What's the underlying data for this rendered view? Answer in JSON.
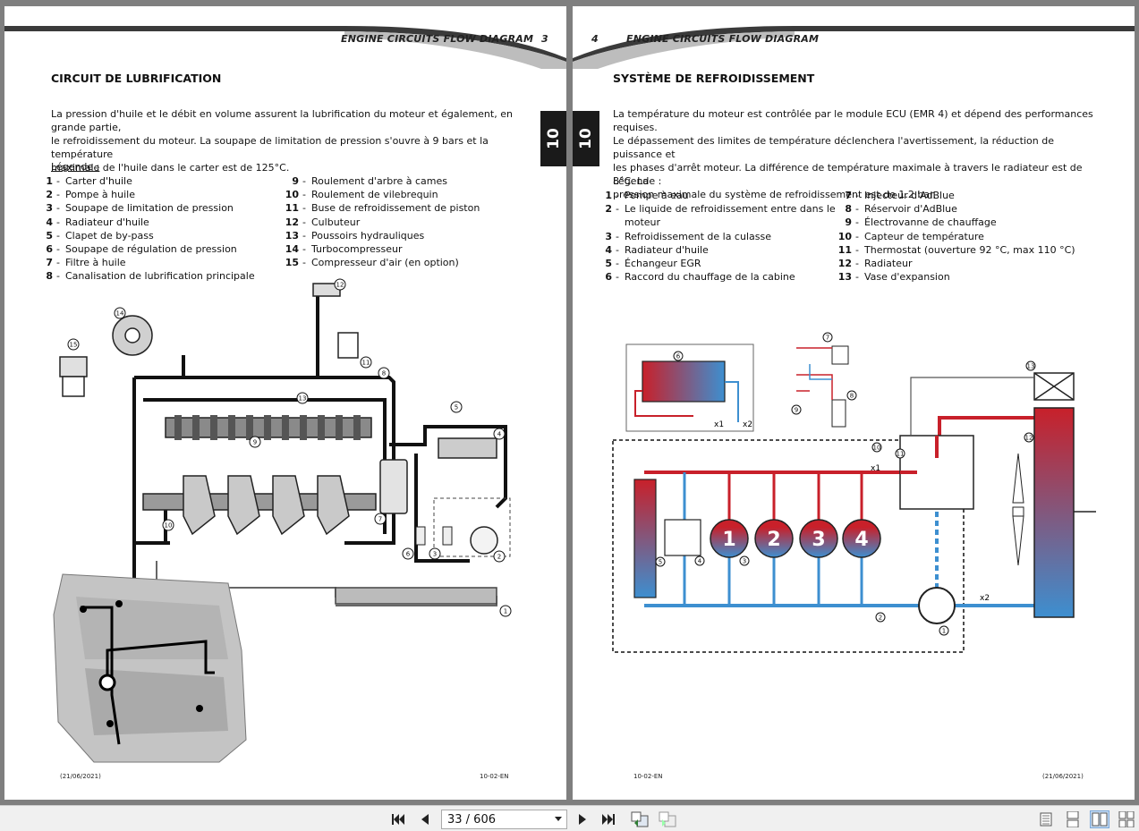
{
  "left_page": {
    "header_title": "ENGINE CIRCUITS FLOW DIAGRAM",
    "page_number": "3",
    "section_title": "CIRCUIT DE LUBRIFICATION",
    "paragraph_lines": [
      "La pression d'huile et le débit en volume assurent la lubrification du moteur et également, en grande partie,",
      "le refroidissement du moteur. La soupape de limitation de pression s'ouvre à 9 bars et la température",
      "maximale de l'huile dans le carter est de 125°C."
    ],
    "tab_label": "10",
    "legend_title": "Légende :",
    "legend_col1": [
      {
        "num": "1",
        "text": "Carter d'huile"
      },
      {
        "num": "2",
        "text": "Pompe à huile"
      },
      {
        "num": "3",
        "text": "Soupape de limitation de pression"
      },
      {
        "num": "4",
        "text": "Radiateur d'huile"
      },
      {
        "num": "5",
        "text": "Clapet de by-pass"
      },
      {
        "num": "6",
        "text": "Soupape de régulation de pression"
      },
      {
        "num": "7",
        "text": "Filtre à huile"
      },
      {
        "num": "8",
        "text": "Canalisation de lubrification principale"
      }
    ],
    "legend_col2": [
      {
        "num": "9",
        "text": "Roulement d'arbre à cames"
      },
      {
        "num": "10",
        "text": "Roulement de vilebrequin"
      },
      {
        "num": "11",
        "text": "Buse de refroidissement de piston"
      },
      {
        "num": "12",
        "text": "Culbuteur"
      },
      {
        "num": "13",
        "text": "Poussoirs hydrauliques"
      },
      {
        "num": "14",
        "text": "Turbocompresseur"
      },
      {
        "num": "15",
        "text": "Compresseur d'air (en option)"
      }
    ],
    "diagram_callouts": [
      "1",
      "2",
      "3",
      "4",
      "5",
      "6",
      "7",
      "8",
      "9",
      "10",
      "11",
      "12",
      "13",
      "14",
      "15"
    ],
    "footer_date": "(21/06/2021)",
    "footer_code": "10-02-EN"
  },
  "right_page": {
    "header_title": "ENGINE CIRCUITS FLOW DIAGRAM",
    "page_number": "4",
    "section_title": "SYSTÈME DE REFROIDISSEMENT",
    "paragraph_lines": [
      "La température du moteur est contrôlée par le module ECU (EMR 4) et dépend des performances requises.",
      "Le dépassement des limites de température déclenchera l'avertissement, la réduction de puissance et",
      "les phases d'arrêt moteur. La différence de température maximale à travers le radiateur est de 8°C. La",
      "pression maximale du système de refroidissement est de 1.2 bar."
    ],
    "tab_label": "10",
    "legend_title": "Légende :",
    "legend_col1": [
      {
        "num": "1",
        "text": "Pompe à eau"
      },
      {
        "num": "2",
        "text": "Le liquide de refroidissement entre dans le"
      },
      {
        "num": "",
        "text": "moteur"
      },
      {
        "num": "3",
        "text": "Refroidissement de la culasse"
      },
      {
        "num": "4",
        "text": "Radiateur d'huile"
      },
      {
        "num": "5",
        "text": "Échangeur EGR"
      },
      {
        "num": "6",
        "text": "Raccord du chauffage de la cabine"
      }
    ],
    "legend_col2": [
      {
        "num": "7",
        "text": "Injecteur d'AdBlue"
      },
      {
        "num": "8",
        "text": "Réservoir d'AdBlue"
      },
      {
        "num": "9",
        "text": "Électrovanne de chauffage"
      },
      {
        "num": "10",
        "text": "Capteur de température"
      },
      {
        "num": "11",
        "text": "Thermostat (ouverture 92 °C, max 110 °C)"
      },
      {
        "num": "12",
        "text": "Radiateur"
      },
      {
        "num": "13",
        "text": "Vase d'expansion"
      }
    ],
    "diagram_cylinders": [
      "1",
      "2",
      "3",
      "4"
    ],
    "diagram_labels": {
      "x1": "x1",
      "x2": "x2"
    },
    "footer_date": "(21/06/2021)",
    "footer_code": "10-02-EN"
  },
  "toolbar": {
    "page_display": "33 / 606",
    "icons": [
      "first-page-icon",
      "prev-page-icon",
      "next-page-icon",
      "last-page-icon",
      "back-view-icon",
      "forward-view-icon",
      "single-page-view-icon",
      "continuous-view-icon",
      "facing-view-icon",
      "continuous-facing-view-icon"
    ]
  },
  "colors": {
    "hot": "#c8202a",
    "cold": "#3d8fd0",
    "tab_bg": "#1a1a1a",
    "viewer_bg": "#7f7f7f"
  }
}
